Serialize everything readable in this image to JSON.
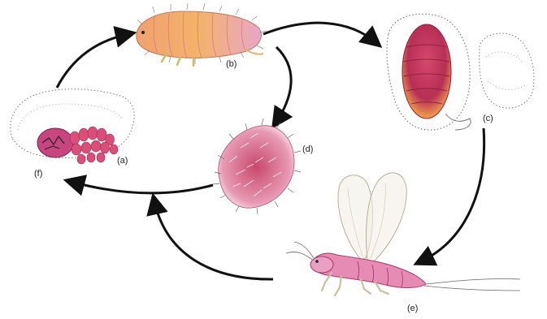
{
  "labels": {
    "a": "(a)",
    "b": "(b)",
    "c": "(c)",
    "d": "(d)",
    "e": "(e)",
    "f": "(f)"
  },
  "colors": {
    "body_pink": "#e58bb4",
    "body_deep": "#b8306a",
    "body_orange": "#f1a24a",
    "body_red": "#c23a57",
    "egg_pink": "#d94f7a",
    "leg_cream": "#e9e0a8",
    "wing": "#dcd6c2",
    "arrow": "#111111",
    "ink": "#555555"
  },
  "icons": {
    "stage_a": "egg-mass-icon",
    "stage_b": "larva-icon",
    "stage_c": "pupa-in-cocoon-icon",
    "stage_d": "hairy-cocoon-icon",
    "stage_e": "winged-adult-icon",
    "stage_f": "female-laying-eggs-icon"
  }
}
